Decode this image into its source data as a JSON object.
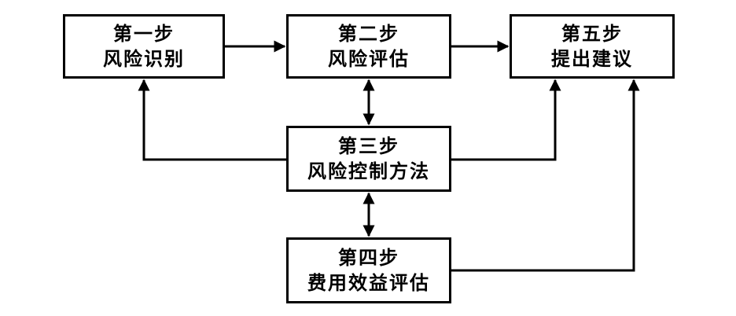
{
  "steps": {
    "s1": {
      "line1": "第一步",
      "line2": "风险识别"
    },
    "s2": {
      "line1": "第二步",
      "line2": "风险评估"
    },
    "s3": {
      "line1": "第三步",
      "line2": "风险控制方法"
    },
    "s4": {
      "line1": "第四步",
      "line2": "费用效益评估"
    },
    "s5": {
      "line1": "第五步",
      "line2": "提出建议"
    }
  },
  "connections": [
    {
      "from": "s1",
      "to": "s2",
      "direction": "forward"
    },
    {
      "from": "s2",
      "to": "s5",
      "direction": "forward"
    },
    {
      "from": "s2",
      "to": "s3",
      "direction": "both"
    },
    {
      "from": "s3",
      "to": "s1",
      "direction": "forward"
    },
    {
      "from": "s3",
      "to": "s5",
      "direction": "forward"
    },
    {
      "from": "s3",
      "to": "s4",
      "direction": "both"
    },
    {
      "from": "s4",
      "to": "s5",
      "direction": "forward"
    }
  ]
}
